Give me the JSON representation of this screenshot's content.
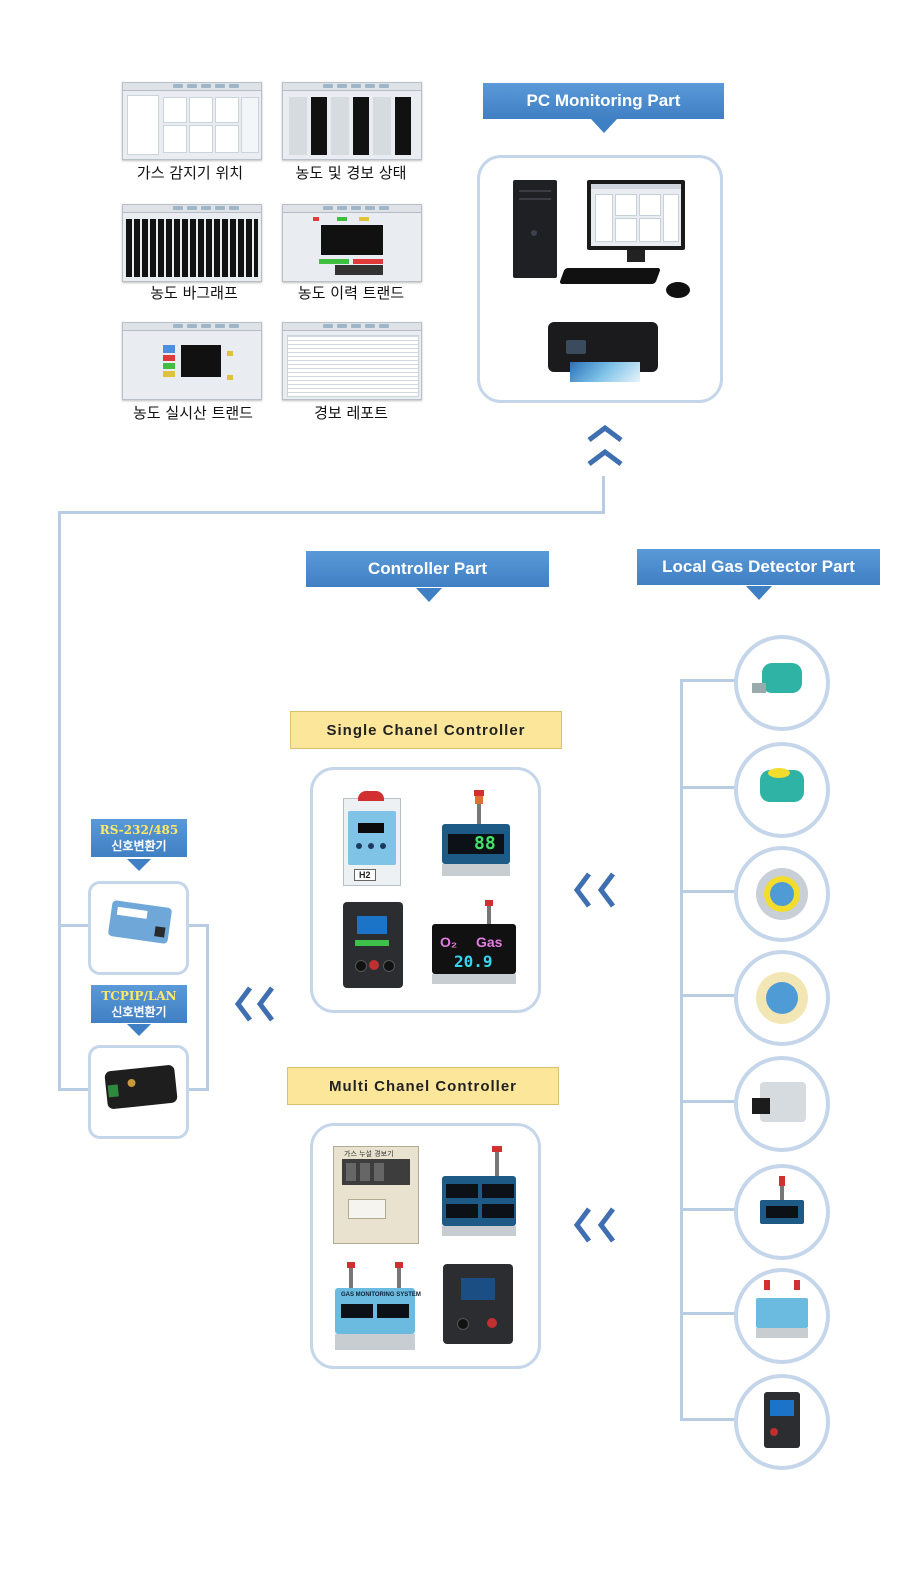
{
  "screenshots": [
    {
      "caption": "가스 감지기 위치"
    },
    {
      "caption": "농도 및 경보 상태"
    },
    {
      "caption": "농도 바그래프"
    },
    {
      "caption": "농도 이력 트랜드"
    },
    {
      "caption": "농도 실시산 트랜드"
    },
    {
      "caption": "경보 레포트"
    }
  ],
  "headers": {
    "pc": "PC Monitoring Part",
    "controller": "Controller Part",
    "local": "Local Gas Detector Part"
  },
  "labels": {
    "single": "Single Chanel Controller",
    "multi": "Multi Chanel Controller"
  },
  "converters": {
    "rs": {
      "top": "RS-232/485",
      "bottom": "신호변환기"
    },
    "tcp": {
      "top": "TCPIP/LAN",
      "bottom": "신호변환기"
    }
  },
  "device_text": {
    "h2": "H2",
    "digits_88": "88",
    "o2": "O₂",
    "gas": "Gas",
    "o2_value": "20.9",
    "multi_title": "GAS MONITORING SYSTEM",
    "cabinet_title": "가스 누설 경보기"
  },
  "colors": {
    "header_blue": "#3f7fc3",
    "box_border": "#c5d6ea",
    "yellow_label": "#fbe69a",
    "line": "#b8cde3",
    "chevron": "#3f6fb0"
  }
}
